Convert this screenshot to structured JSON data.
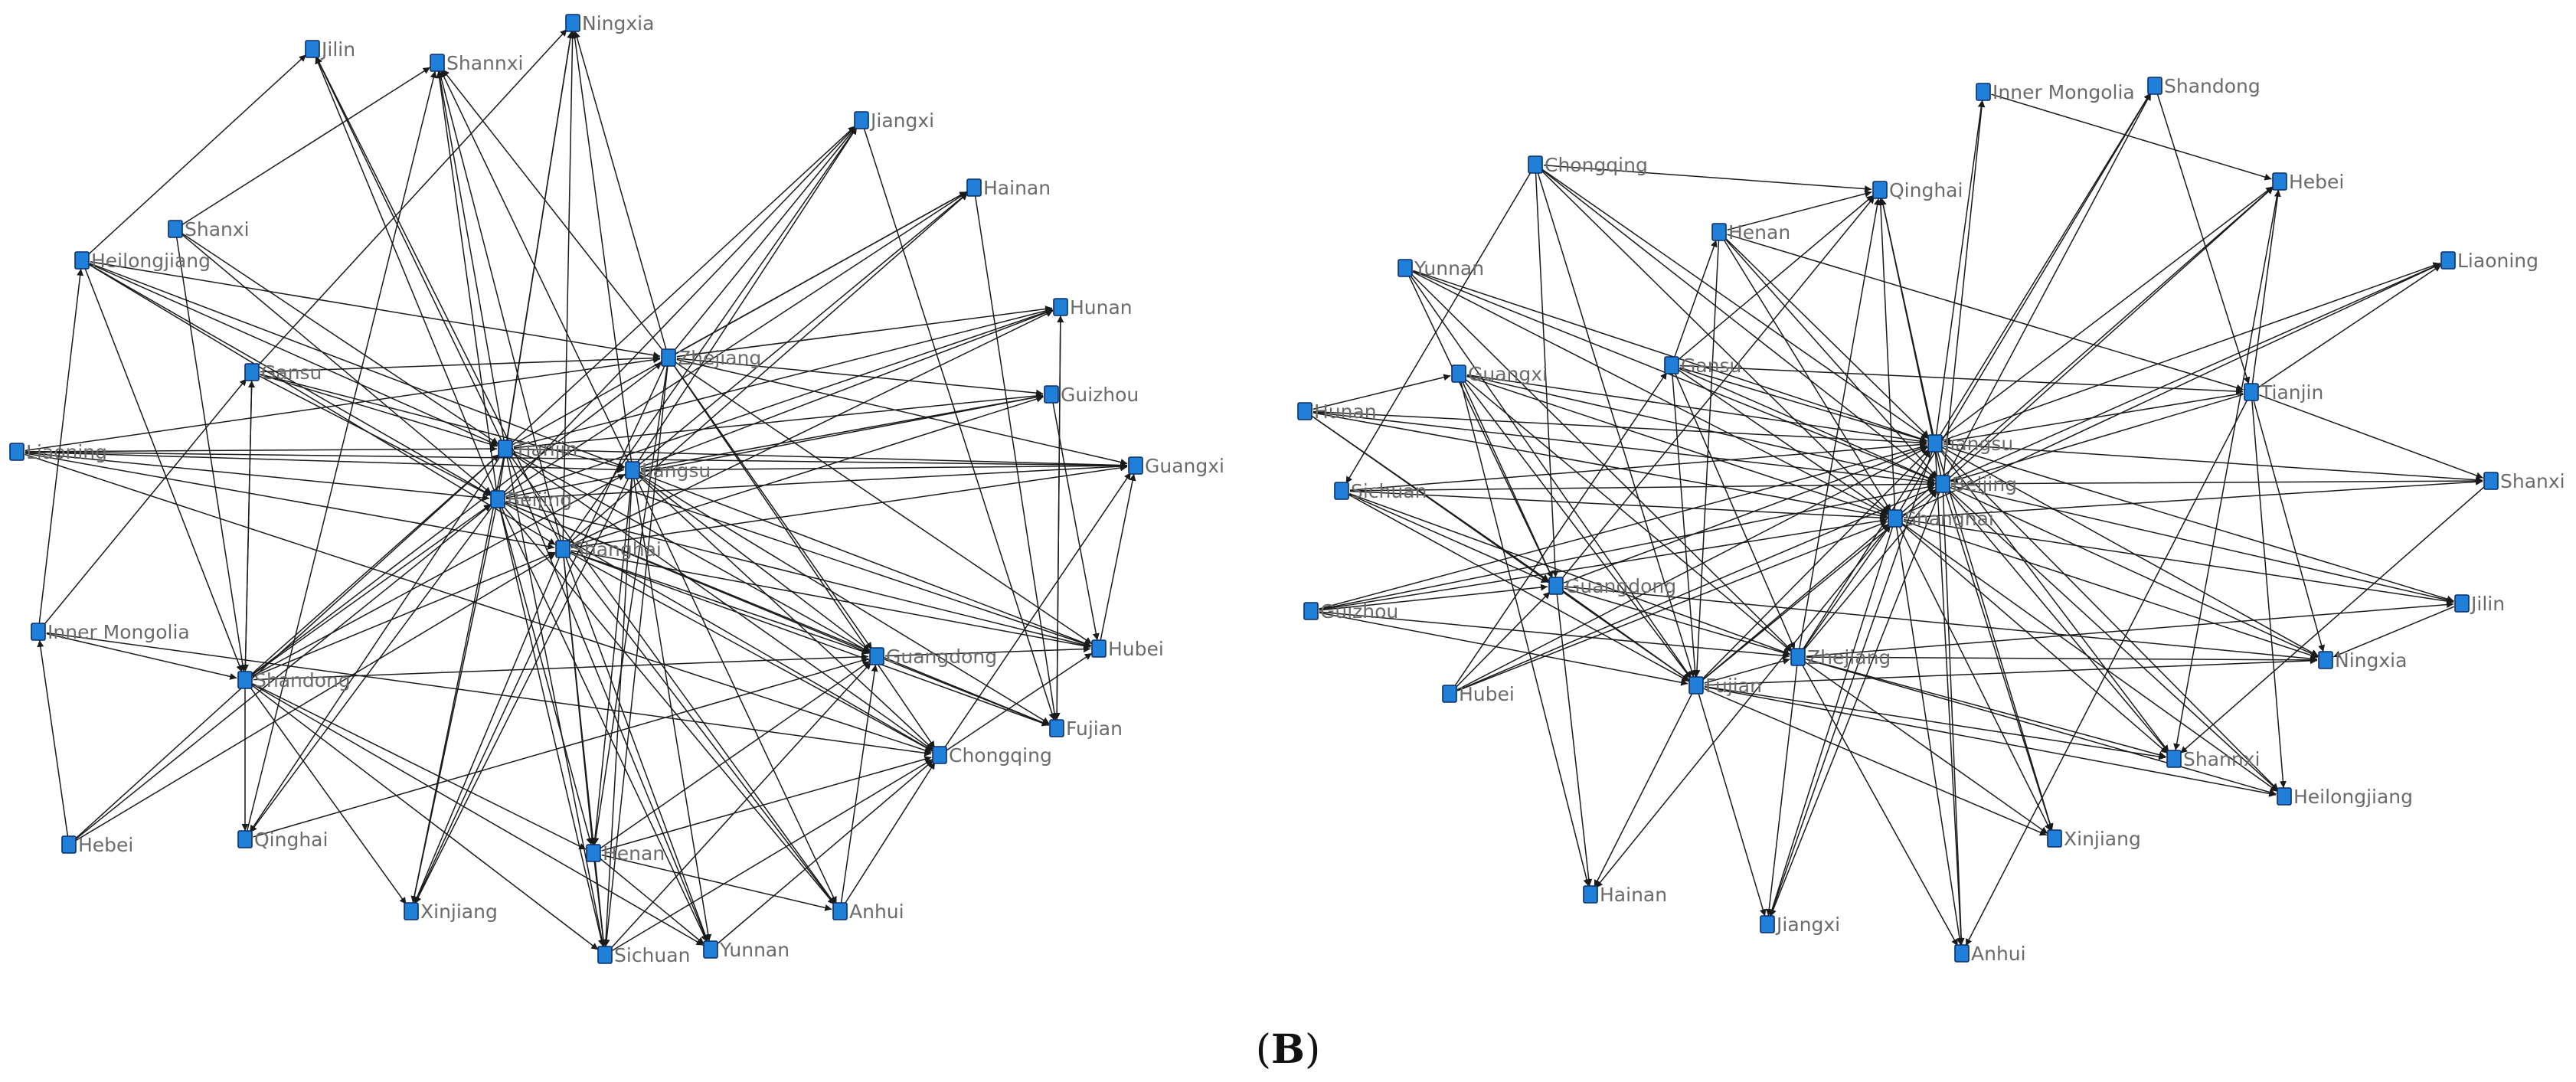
{
  "caption": {
    "open": "(",
    "letter": "B",
    "close": ")"
  },
  "colors": {
    "node_fill": "#1f7fd9",
    "node_stroke": "#0a2f66",
    "edge": "#1a1a1a",
    "label": "#6b6b6b"
  },
  "left_network": {
    "nodes": [
      "Jilin",
      "Shannxi",
      "Ningxia",
      "Jiangxi",
      "Hainan",
      "Shanxi",
      "Heilongjiang",
      "Hunan",
      "Zhejiang",
      "Gansu",
      "Guizhou",
      "Liaoning",
      "Tianjin",
      "Jiangsu",
      "Guangxi",
      "Beijing",
      "Shanghai",
      "Inner Mongolia",
      "Guangdong",
      "Hubei",
      "Shandong",
      "Fujian",
      "Chongqing",
      "Hebei",
      "Qinghai",
      "Henan",
      "Xinjiang",
      "Anhui",
      "Sichuan",
      "Yunnan"
    ],
    "edges": [
      [
        "Tianjin",
        "Jilin"
      ],
      [
        "Tianjin",
        "Shannxi"
      ],
      [
        "Tianjin",
        "Ningxia"
      ],
      [
        "Tianjin",
        "Jiangxi"
      ],
      [
        "Tianjin",
        "Hainan"
      ],
      [
        "Tianjin",
        "Hunan"
      ],
      [
        "Tianjin",
        "Guizhou"
      ],
      [
        "Tianjin",
        "Guangxi"
      ],
      [
        "Tianjin",
        "Hubei"
      ],
      [
        "Tianjin",
        "Guangdong"
      ],
      [
        "Tianjin",
        "Chongqing"
      ],
      [
        "Tianjin",
        "Xinjiang"
      ],
      [
        "Tianjin",
        "Sichuan"
      ],
      [
        "Tianjin",
        "Yunnan"
      ],
      [
        "Tianjin",
        "Qinghai"
      ],
      [
        "Tianjin",
        "Anhui"
      ],
      [
        "Beijing",
        "Jilin"
      ],
      [
        "Beijing",
        "Shannxi"
      ],
      [
        "Beijing",
        "Ningxia"
      ],
      [
        "Beijing",
        "Jiangxi"
      ],
      [
        "Beijing",
        "Hainan"
      ],
      [
        "Beijing",
        "Hunan"
      ],
      [
        "Beijing",
        "Guizhou"
      ],
      [
        "Beijing",
        "Guangxi"
      ],
      [
        "Beijing",
        "Hubei"
      ],
      [
        "Beijing",
        "Fujian"
      ],
      [
        "Beijing",
        "Guangdong"
      ],
      [
        "Beijing",
        "Chongqing"
      ],
      [
        "Beijing",
        "Henan"
      ],
      [
        "Beijing",
        "Xinjiang"
      ],
      [
        "Beijing",
        "Sichuan"
      ],
      [
        "Beijing",
        "Yunnan"
      ],
      [
        "Beijing",
        "Anhui"
      ],
      [
        "Beijing",
        "Qinghai"
      ],
      [
        "Jiangsu",
        "Ningxia"
      ],
      [
        "Jiangsu",
        "Jiangxi"
      ],
      [
        "Jiangsu",
        "Hainan"
      ],
      [
        "Jiangsu",
        "Hunan"
      ],
      [
        "Jiangsu",
        "Guizhou"
      ],
      [
        "Jiangsu",
        "Guangxi"
      ],
      [
        "Jiangsu",
        "Hubei"
      ],
      [
        "Jiangsu",
        "Fujian"
      ],
      [
        "Jiangsu",
        "Guangdong"
      ],
      [
        "Jiangsu",
        "Chongqing"
      ],
      [
        "Jiangsu",
        "Henan"
      ],
      [
        "Jiangsu",
        "Xinjiang"
      ],
      [
        "Jiangsu",
        "Sichuan"
      ],
      [
        "Jiangsu",
        "Yunnan"
      ],
      [
        "Jiangsu",
        "Anhui"
      ],
      [
        "Jiangsu",
        "Shannxi"
      ],
      [
        "Shanghai",
        "Ningxia"
      ],
      [
        "Shanghai",
        "Jiangxi"
      ],
      [
        "Shanghai",
        "Hainan"
      ],
      [
        "Shanghai",
        "Hunan"
      ],
      [
        "Shanghai",
        "Guizhou"
      ],
      [
        "Shanghai",
        "Guangxi"
      ],
      [
        "Shanghai",
        "Hubei"
      ],
      [
        "Shanghai",
        "Fujian"
      ],
      [
        "Shanghai",
        "Guangdong"
      ],
      [
        "Shanghai",
        "Chongqing"
      ],
      [
        "Shanghai",
        "Henan"
      ],
      [
        "Shanghai",
        "Xinjiang"
      ],
      [
        "Shanghai",
        "Sichuan"
      ],
      [
        "Shanghai",
        "Yunnan"
      ],
      [
        "Shanghai",
        "Anhui"
      ],
      [
        "Shanghai",
        "Shannxi"
      ],
      [
        "Shanghai",
        "Jilin"
      ],
      [
        "Zhejiang",
        "Ningxia"
      ],
      [
        "Zhejiang",
        "Jiangxi"
      ],
      [
        "Zhejiang",
        "Hainan"
      ],
      [
        "Zhejiang",
        "Hunan"
      ],
      [
        "Zhejiang",
        "Guizhou"
      ],
      [
        "Zhejiang",
        "Guangxi"
      ],
      [
        "Zhejiang",
        "Hubei"
      ],
      [
        "Zhejiang",
        "Guangdong"
      ],
      [
        "Zhejiang",
        "Chongqing"
      ],
      [
        "Zhejiang",
        "Henan"
      ],
      [
        "Zhejiang",
        "Xinjiang"
      ],
      [
        "Zhejiang",
        "Sichuan"
      ],
      [
        "Zhejiang",
        "Shannxi"
      ],
      [
        "Gansu",
        "Tianjin"
      ],
      [
        "Gansu",
        "Beijing"
      ],
      [
        "Gansu",
        "Zhejiang"
      ],
      [
        "Gansu",
        "Shandong"
      ],
      [
        "Gansu",
        "Ningxia"
      ],
      [
        "Gansu",
        "Jiangsu"
      ],
      [
        "Liaoning",
        "Tianjin"
      ],
      [
        "Liaoning",
        "Beijing"
      ],
      [
        "Liaoning",
        "Jiangsu"
      ],
      [
        "Liaoning",
        "Shanghai"
      ],
      [
        "Liaoning",
        "Zhejiang"
      ],
      [
        "Liaoning",
        "Guangxi"
      ],
      [
        "Liaoning",
        "Chongqing"
      ],
      [
        "Heilongjiang",
        "Tianjin"
      ],
      [
        "Heilongjiang",
        "Beijing"
      ],
      [
        "Heilongjiang",
        "Jiangsu"
      ],
      [
        "Heilongjiang",
        "Shanghai"
      ],
      [
        "Heilongjiang",
        "Zhejiang"
      ],
      [
        "Heilongjiang",
        "Jilin"
      ],
      [
        "Heilongjiang",
        "Shandong"
      ],
      [
        "Shanxi",
        "Beijing"
      ],
      [
        "Shanxi",
        "Tianjin"
      ],
      [
        "Shanxi",
        "Shannxi"
      ],
      [
        "Shanxi",
        "Shandong"
      ],
      [
        "Inner Mongolia",
        "Heilongjiang"
      ],
      [
        "Inner Mongolia",
        "Gansu"
      ],
      [
        "Inner Mongolia",
        "Chongqing"
      ],
      [
        "Inner Mongolia",
        "Shandong"
      ],
      [
        "Shandong",
        "Tianjin"
      ],
      [
        "Shandong",
        "Beijing"
      ],
      [
        "Shandong",
        "Jiangsu"
      ],
      [
        "Shandong",
        "Shanghai"
      ],
      [
        "Shandong",
        "Zhejiang"
      ],
      [
        "Shandong",
        "Henan"
      ],
      [
        "Shandong",
        "Guangdong"
      ],
      [
        "Shandong",
        "Sichuan"
      ],
      [
        "Shandong",
        "Yunnan"
      ],
      [
        "Shandong",
        "Qinghai"
      ],
      [
        "Shandong",
        "Xinjiang"
      ],
      [
        "Shandong",
        "Gansu"
      ],
      [
        "Hebei",
        "Tianjin"
      ],
      [
        "Hebei",
        "Beijing"
      ],
      [
        "Hebei",
        "Shanghai"
      ],
      [
        "Hebei",
        "Inner Mongolia"
      ],
      [
        "Qinghai",
        "Guangdong"
      ],
      [
        "Qinghai",
        "Shannxi"
      ],
      [
        "Henan",
        "Guangdong"
      ],
      [
        "Henan",
        "Chongqing"
      ],
      [
        "Henan",
        "Sichuan"
      ],
      [
        "Henan",
        "Yunnan"
      ],
      [
        "Henan",
        "Anhui"
      ],
      [
        "Sichuan",
        "Guangdong"
      ],
      [
        "Sichuan",
        "Chongqing"
      ],
      [
        "Yunnan",
        "Chongqing"
      ],
      [
        "Anhui",
        "Chongqing"
      ],
      [
        "Anhui",
        "Guangdong"
      ],
      [
        "Guangdong",
        "Hubei"
      ],
      [
        "Guangdong",
        "Fujian"
      ],
      [
        "Chongqing",
        "Guangxi"
      ],
      [
        "Chongqing",
        "Hubei"
      ],
      [
        "Hubei",
        "Guangxi"
      ],
      [
        "Fujian",
        "Hunan"
      ],
      [
        "Hunan",
        "Fujian"
      ],
      [
        "Jiangxi",
        "Fujian"
      ],
      [
        "Guizhou",
        "Hubei"
      ],
      [
        "Hainan",
        "Fujian"
      ]
    ]
  },
  "right_network": {
    "nodes": [
      "Inner Mongolia",
      "Shandong",
      "Chongqing",
      "Qinghai",
      "Hebei",
      "Henan",
      "Yunnan",
      "Liaoning",
      "Guangxi",
      "Gansu",
      "Tianjin",
      "Hunan",
      "Jiangsu",
      "Beijing",
      "Sichuan",
      "Shanxi",
      "Shanghai",
      "Guangdong",
      "Jilin",
      "Guizhou",
      "Zhejiang",
      "Ningxia",
      "Hubei",
      "Fujian",
      "Shannxi",
      "Heilongjiang",
      "Xinjiang",
      "Hainan",
      "Jiangxi",
      "Anhui"
    ],
    "edges": [
      [
        "Chongqing",
        "Qinghai"
      ],
      [
        "Chongqing",
        "Jiangsu"
      ],
      [
        "Chongqing",
        "Beijing"
      ],
      [
        "Chongqing",
        "Shanghai"
      ],
      [
        "Chongqing",
        "Guangdong"
      ],
      [
        "Chongqing",
        "Fujian"
      ],
      [
        "Chongqing",
        "Sichuan"
      ],
      [
        "Henan",
        "Qinghai"
      ],
      [
        "Henan",
        "Jiangsu"
      ],
      [
        "Henan",
        "Beijing"
      ],
      [
        "Henan",
        "Shanghai"
      ],
      [
        "Henan",
        "Tianjin"
      ],
      [
        "Henan",
        "Fujian"
      ],
      [
        "Yunnan",
        "Jiangsu"
      ],
      [
        "Yunnan",
        "Beijing"
      ],
      [
        "Yunnan",
        "Shanghai"
      ],
      [
        "Yunnan",
        "Guangdong"
      ],
      [
        "Yunnan",
        "Zhejiang"
      ],
      [
        "Yunnan",
        "Fujian"
      ],
      [
        "Guangxi",
        "Jiangsu"
      ],
      [
        "Guangxi",
        "Beijing"
      ],
      [
        "Guangxi",
        "Shanghai"
      ],
      [
        "Guangxi",
        "Guangdong"
      ],
      [
        "Guangxi",
        "Fujian"
      ],
      [
        "Guangxi",
        "Zhejiang"
      ],
      [
        "Guangxi",
        "Hainan"
      ],
      [
        "Gansu",
        "Qinghai"
      ],
      [
        "Gansu",
        "Jiangsu"
      ],
      [
        "Gansu",
        "Beijing"
      ],
      [
        "Gansu",
        "Shanghai"
      ],
      [
        "Gansu",
        "Tianjin"
      ],
      [
        "Gansu",
        "Fujian"
      ],
      [
        "Gansu",
        "Zhejiang"
      ],
      [
        "Gansu",
        "Henan"
      ],
      [
        "Hunan",
        "Jiangsu"
      ],
      [
        "Hunan",
        "Beijing"
      ],
      [
        "Hunan",
        "Shanghai"
      ],
      [
        "Hunan",
        "Guangdong"
      ],
      [
        "Hunan",
        "Fujian"
      ],
      [
        "Hunan",
        "Guangxi"
      ],
      [
        "Sichuan",
        "Jiangsu"
      ],
      [
        "Sichuan",
        "Beijing"
      ],
      [
        "Sichuan",
        "Shanghai"
      ],
      [
        "Sichuan",
        "Guangdong"
      ],
      [
        "Sichuan",
        "Fujian"
      ],
      [
        "Sichuan",
        "Zhejiang"
      ],
      [
        "Guizhou",
        "Jiangsu"
      ],
      [
        "Guizhou",
        "Beijing"
      ],
      [
        "Guizhou",
        "Shanghai"
      ],
      [
        "Guizhou",
        "Guangdong"
      ],
      [
        "Guizhou",
        "Fujian"
      ],
      [
        "Guizhou",
        "Zhejiang"
      ],
      [
        "Hubei",
        "Jiangsu"
      ],
      [
        "Hubei",
        "Beijing"
      ],
      [
        "Hubei",
        "Shanghai"
      ],
      [
        "Hubei",
        "Guangdong"
      ],
      [
        "Hubei",
        "Gansu"
      ],
      [
        "Guangdong",
        "Jiangsu"
      ],
      [
        "Guangdong",
        "Qinghai"
      ],
      [
        "Guangdong",
        "Zhejiang"
      ],
      [
        "Guangdong",
        "Fujian"
      ],
      [
        "Guangdong",
        "Hainan"
      ],
      [
        "Guangdong",
        "Ningxia"
      ],
      [
        "Jiangsu",
        "Inner Mongolia"
      ],
      [
        "Jiangsu",
        "Shandong"
      ],
      [
        "Jiangsu",
        "Hebei"
      ],
      [
        "Jiangsu",
        "Liaoning"
      ],
      [
        "Jiangsu",
        "Shanxi"
      ],
      [
        "Jiangsu",
        "Jilin"
      ],
      [
        "Jiangsu",
        "Ningxia"
      ],
      [
        "Jiangsu",
        "Shannxi"
      ],
      [
        "Jiangsu",
        "Heilongjiang"
      ],
      [
        "Jiangsu",
        "Xinjiang"
      ],
      [
        "Jiangsu",
        "Anhui"
      ],
      [
        "Jiangsu",
        "Jiangxi"
      ],
      [
        "Jiangsu",
        "Qinghai"
      ],
      [
        "Beijing",
        "Inner Mongolia"
      ],
      [
        "Beijing",
        "Shandong"
      ],
      [
        "Beijing",
        "Hebei"
      ],
      [
        "Beijing",
        "Liaoning"
      ],
      [
        "Beijing",
        "Shanxi"
      ],
      [
        "Beijing",
        "Jilin"
      ],
      [
        "Beijing",
        "Ningxia"
      ],
      [
        "Beijing",
        "Shannxi"
      ],
      [
        "Beijing",
        "Heilongjiang"
      ],
      [
        "Beijing",
        "Xinjiang"
      ],
      [
        "Beijing",
        "Anhui"
      ],
      [
        "Beijing",
        "Jiangxi"
      ],
      [
        "Beijing",
        "Qinghai"
      ],
      [
        "Shanghai",
        "Shandong"
      ],
      [
        "Shanghai",
        "Hebei"
      ],
      [
        "Shanghai",
        "Liaoning"
      ],
      [
        "Shanghai",
        "Shanxi"
      ],
      [
        "Shanghai",
        "Jilin"
      ],
      [
        "Shanghai",
        "Ningxia"
      ],
      [
        "Shanghai",
        "Shannxi"
      ],
      [
        "Shanghai",
        "Heilongjiang"
      ],
      [
        "Shanghai",
        "Xinjiang"
      ],
      [
        "Shanghai",
        "Anhui"
      ],
      [
        "Shanghai",
        "Jiangxi"
      ],
      [
        "Shanghai",
        "Qinghai"
      ],
      [
        "Shanghai",
        "Hainan"
      ],
      [
        "Zhejiang",
        "Jiangsu"
      ],
      [
        "Zhejiang",
        "Beijing"
      ],
      [
        "Zhejiang",
        "Shanghai"
      ],
      [
        "Zhejiang",
        "Ningxia"
      ],
      [
        "Zhejiang",
        "Shannxi"
      ],
      [
        "Zhejiang",
        "Heilongjiang"
      ],
      [
        "Zhejiang",
        "Xinjiang"
      ],
      [
        "Zhejiang",
        "Anhui"
      ],
      [
        "Zhejiang",
        "Jiangxi"
      ],
      [
        "Zhejiang",
        "Jilin"
      ],
      [
        "Zhejiang",
        "Qinghai"
      ],
      [
        "Fujian",
        "Jiangsu"
      ],
      [
        "Fujian",
        "Beijing"
      ],
      [
        "Fujian",
        "Shanghai"
      ],
      [
        "Fujian",
        "Ningxia"
      ],
      [
        "Fujian",
        "Shannxi"
      ],
      [
        "Fujian",
        "Heilongjiang"
      ],
      [
        "Fujian",
        "Xinjiang"
      ],
      [
        "Fujian",
        "Jiangxi"
      ],
      [
        "Fujian",
        "Hainan"
      ],
      [
        "Fujian",
        "Zhejiang"
      ],
      [
        "Tianjin",
        "Jiangsu"
      ],
      [
        "Tianjin",
        "Beijing"
      ],
      [
        "Tianjin",
        "Liaoning"
      ],
      [
        "Tianjin",
        "Shanxi"
      ],
      [
        "Tianjin",
        "Ningxia"
      ],
      [
        "Tianjin",
        "Heilongjiang"
      ],
      [
        "Tianjin",
        "Hebei"
      ],
      [
        "Tianjin",
        "Anhui"
      ],
      [
        "Inner Mongolia",
        "Hebei"
      ],
      [
        "Shandong",
        "Tianjin"
      ],
      [
        "Hebei",
        "Shannxi"
      ],
      [
        "Shanxi",
        "Shannxi"
      ],
      [
        "Jilin",
        "Ningxia"
      ]
    ]
  }
}
